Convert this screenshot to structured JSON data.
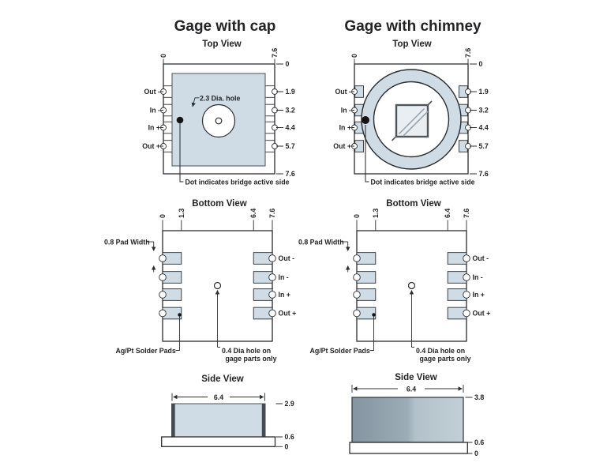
{
  "colors": {
    "panel_blue": "#cfdce6",
    "line": "#2b2d2f",
    "text": "#232425",
    "wall_dark": "#454b52",
    "chimney_dark": "#8494a0",
    "chimney_light": "#c2cfd6"
  },
  "titles": {
    "cap": "Gage with cap",
    "chimney": "Gage with chimney"
  },
  "view_labels": {
    "top": "Top View",
    "bottom": "Bottom View",
    "side": "Side View"
  },
  "pins": {
    "out_minus": "Out -",
    "in_minus": "In -",
    "in_plus": "In +",
    "out_plus": "Out +"
  },
  "scale": {
    "d0": "0",
    "d13": "1.3",
    "d19": "1.9",
    "d32": "3.2",
    "d44": "4.4",
    "d57": "5.7",
    "d64": "6.4",
    "d76": "7.6"
  },
  "side": {
    "width": "6.4",
    "cap_top": "2.9",
    "chimney_top": "3.8",
    "base_top": "0.6",
    "zero": "0"
  },
  "notes": {
    "dia_hole": "2.3 Dia. hole",
    "dot": "Dot indicates bridge active side",
    "pad_width": "0.8 Pad Width",
    "solder": "Ag/Pt Solder Pads",
    "hole_line1": "0.4 Dia hole on",
    "hole_line2": "gage parts only"
  }
}
